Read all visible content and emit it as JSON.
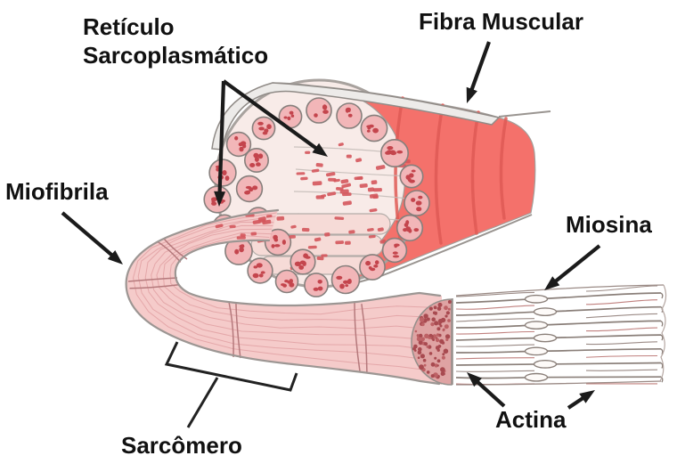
{
  "labels": {
    "reticulo": {
      "line1": "Retículo",
      "line2": "Sarcoplasmático"
    },
    "fibra": "Fibra Muscular",
    "miofibrila": "Miofibrila",
    "miosina": "Miosina",
    "actina": "Actina",
    "sarcomero": "Sarcômero"
  },
  "colors": {
    "background": "#ffffff",
    "label_text": "#111111",
    "arrow": "#1b1b1b",
    "fiber_red": "#f4716b",
    "fiber_band": "#e05a55",
    "cut_face_pale": "#f8ebe8",
    "myofibril_pink": "#f2b6b8",
    "tube_pink": "#f5cbca",
    "striation_pink": "#e2a3a5",
    "speckle_red": "#c4454d",
    "dash_red": "#d4565c",
    "outline_gray": "#9c9693",
    "rim_gray": "#a8a29e",
    "membrane_gray": "#edebe9",
    "face_fill": "#dfa3a3",
    "face_speckle": "#a84a50",
    "filament_gray": "#9b8b86",
    "filament_red": "#c0807e",
    "myosin_line": "#8a7f79",
    "band_line": "#b5797c"
  }
}
